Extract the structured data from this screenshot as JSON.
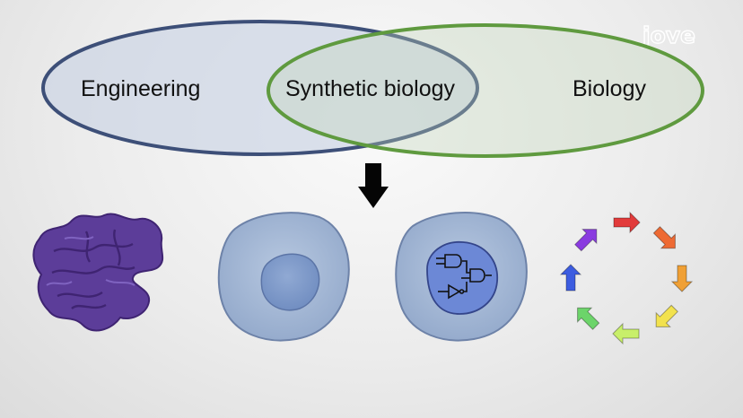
{
  "logo": {
    "text": "jove"
  },
  "venn": {
    "left": {
      "label": "Engineering",
      "color": "#3d4f78"
    },
    "overlap": {
      "label": "Synthetic biology"
    },
    "right": {
      "label": "Biology",
      "color": "#5f9a3f"
    }
  },
  "icons": {
    "protein": "protein-structure-icon",
    "cell": "cell-with-nucleus-icon",
    "circuit_cell": "cell-with-logic-circuit-icon",
    "cycle": "arrow-cycle-icon"
  },
  "cycle_colors": [
    "#e23b3b",
    "#ee6a33",
    "#f0a035",
    "#f2e24e",
    "#c8ef6a",
    "#6cd46a",
    "#3c5ce0",
    "#8a3be0"
  ]
}
